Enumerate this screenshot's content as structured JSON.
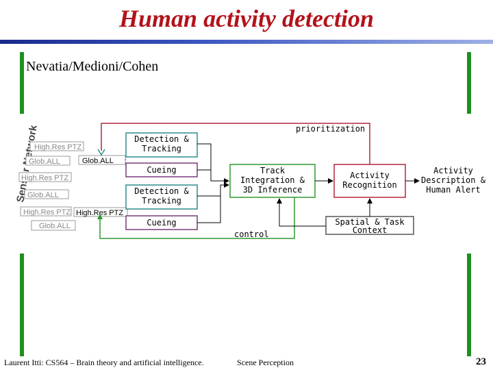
{
  "slide": {
    "title": "Human activity detection",
    "subtitle": "Nevatia/Medioni/Cohen",
    "footer_left": "Laurent Itti: CS564 – Brain theory and artificial intelligence.",
    "footer_center": "Scene Perception",
    "page_number": "23"
  },
  "diagram": {
    "sensor_network_label": "Sensor Network",
    "sensors": [
      "High.Res PTZ",
      "Glob.ALL",
      "High.Res PTZ",
      "Glob.ALL",
      "High.Res PTZ",
      "Glob.ALL"
    ],
    "sensor_out_top": "Glob.ALL",
    "sensor_out_bottom": "High.Res PTZ",
    "detection_1": [
      "Detection &",
      "Tracking"
    ],
    "cueing_1": "Cueing",
    "detection_2": [
      "Detection &",
      "Tracking"
    ],
    "cueing_2": "Cueing",
    "track_integration": [
      "Track",
      "Integration &",
      "3D Inference"
    ],
    "activity_recognition": [
      "Activity",
      "Recognition"
    ],
    "output": [
      "Activity",
      "Description &",
      "Human Alert"
    ],
    "spatial_context": [
      "Spatial & Task",
      "Context"
    ],
    "prioritization_label": "prioritization",
    "control_label": "control",
    "colors": {
      "teal": "#2a8c8c",
      "green": "#2f9a2f",
      "purple": "#7a3a7a",
      "crimson": "#b3263a",
      "grey": "#999999"
    }
  }
}
